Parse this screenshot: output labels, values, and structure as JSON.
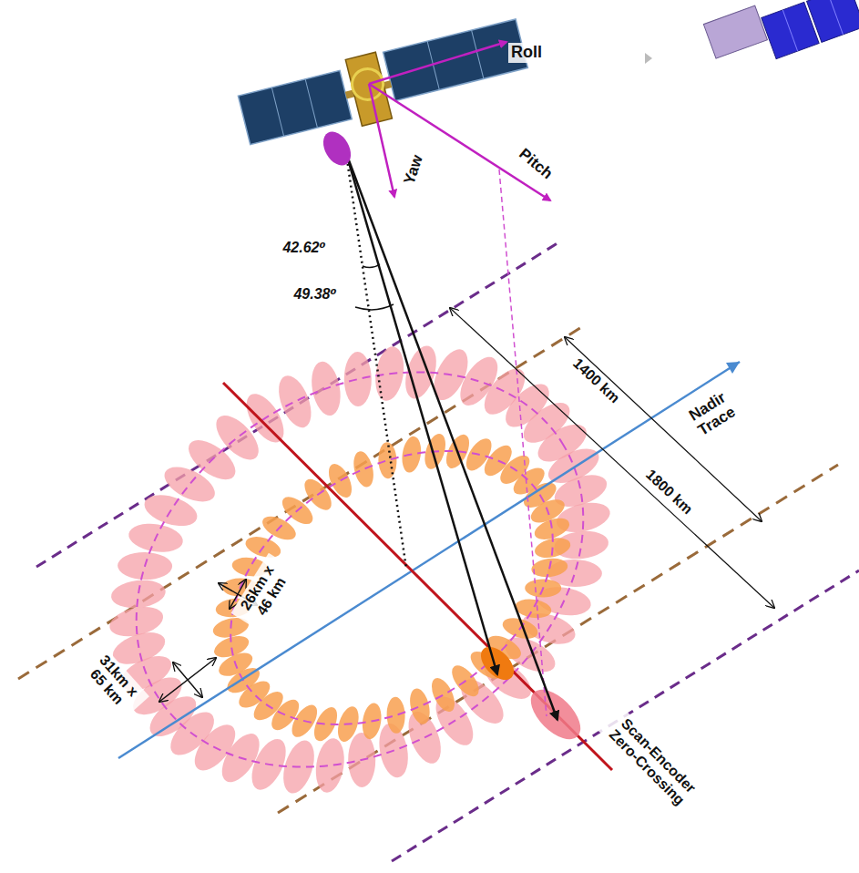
{
  "diagram": {
    "labels": [
      "Roll",
      "Yaw",
      "Pitch",
      "42.62⁰",
      "49.38⁰",
      "1400 km",
      "1800 km",
      "Nadir Trace",
      "26km x 46 km",
      "31km x 65 km",
      "Scan-Encoder Zero-Crossing"
    ]
  }
}
